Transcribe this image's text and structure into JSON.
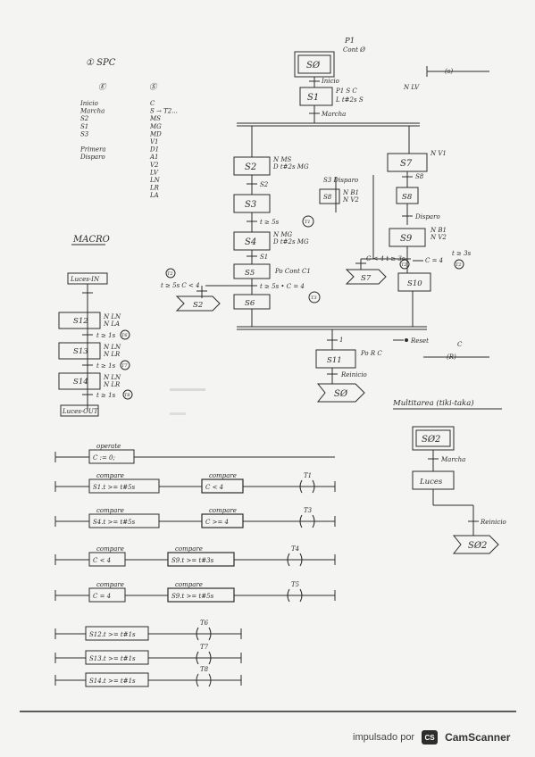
{
  "grafcet_left_heading": "① SPC",
  "io_table": {
    "col_e": "Ⓔ",
    "col_s": "Ⓢ",
    "rows": [
      [
        "Inicio",
        "C"
      ],
      [
        "Marcha",
        "S → T2..."
      ],
      [
        "S2",
        "MS"
      ],
      [
        "S1",
        "MG"
      ],
      [
        "S3",
        "MD"
      ],
      [
        "",
        "V1"
      ],
      [
        "Primera",
        "D1"
      ],
      [
        "Disparo",
        "A1"
      ],
      [
        "",
        "V2"
      ],
      [
        "",
        "LV"
      ],
      [
        "",
        "LN"
      ],
      [
        "",
        "LR"
      ],
      [
        "",
        "LA"
      ]
    ]
  },
  "macro_title": "MACRO",
  "macro": {
    "entry": "Luces-IN",
    "s12": "S12",
    "s12_out": "N LN\nN LA",
    "t1": "t ≥ 1s",
    "t1_badge": "T6",
    "s13": "S13",
    "s13_out": "N LN\nN LR",
    "t2": "t ≥ 1s",
    "t2_badge": "T7",
    "s14": "S14",
    "s14_out": "N LN\nN LR",
    "t3": "t ≥ 1s",
    "t3_badge": "T8",
    "exit": "Luces-OUT"
  },
  "main": {
    "s0": "SØ",
    "p1": "P1",
    "p1_sub": "Cont Ø",
    "t_inicio": "Inicio",
    "s1": "S1",
    "s1_act": "P1  S  C",
    "s1_act2": "L  t#2s  S",
    "nlv": "N LV",
    "t_marcha": "Marcha",
    "side_s": "(s)",
    "s2": "S2",
    "s2_act": "N MS\nD t#2s MG",
    "t_s2": "S2",
    "s3": "S3",
    "t_s3": "t ≥ 5s",
    "t_s3_badge": "T1",
    "s4": "S4",
    "s4_act": "N MG\nD t#2s MG",
    "t_s1": "S1",
    "s5": "S5",
    "s5_act": "Po  Cont  C1",
    "t_s5": "t ≥ 5s • C = 4",
    "t_s5_badge": "T3",
    "s6": "S6",
    "s7": "S7",
    "s7_act": "N V1",
    "t_s8": "S8",
    "s8": "S8",
    "s8_act": "N B1\nN V2",
    "t_disparo_left": "S3 Disparo",
    "t_disparo": "Disparo",
    "s9": "S9",
    "s9_act": "N B1\nN V2",
    "t_c4": "C < 4  t ≥ 3s",
    "t_c4_badge": "T2",
    "t_eq4": "C = 4",
    "t_eq4_time": "t ≥ 3s",
    "t_eq4_badge": "T2",
    "jump_s7": "S7",
    "s10": "S10",
    "t_s2side_label": "t ≥ 5s  C < 4",
    "t_s2side_badge": "T2",
    "jump_s2": "S2",
    "t_1": "1",
    "s11": "S11",
    "s11_act": "Po  R  C",
    "reset": "Reset",
    "c_r": "(R)",
    "c_lbl": "C",
    "t_reinicio": "Reinicio",
    "jump_s0": "SØ"
  },
  "multitask": {
    "title": "Multitarea (tiki-taka)",
    "s02": "SØ2",
    "t_marcha": "Marcha",
    "macro": "Luces",
    "t_reinicio": "Reinicio",
    "jump": "SØ2"
  },
  "ladder": [
    {
      "label": "operate",
      "box1": "C := 0;",
      "coil": ""
    },
    {
      "label": "compare",
      "box1": "S1.t >= t#5s",
      "label2": "compare",
      "box2": "C < 4",
      "coil": "T1"
    },
    {
      "label": "compare",
      "box1": "S4.t >= t#5s",
      "label2": "compare",
      "box2": "C >= 4",
      "coil": "T3"
    },
    {
      "label": "compare",
      "box1": "C < 4",
      "label2": "compare",
      "box2": "S9.t >= t#3s",
      "coil": "T4"
    },
    {
      "label": "compare",
      "box1": "C = 4",
      "label2": "compare",
      "box2": "S9.t >= t#5s",
      "coil": "T5"
    },
    {
      "label": "",
      "box1": "S12.t >= t#1s",
      "coil": "T6"
    },
    {
      "label": "",
      "box1": "S13.t >= t#1s",
      "coil": "T7"
    },
    {
      "label": "",
      "box1": "S14.t >= t#1s",
      "coil": "T8"
    }
  ],
  "footer": {
    "text": "impulsado por",
    "logo": "CS",
    "brand": "CamScanner"
  }
}
